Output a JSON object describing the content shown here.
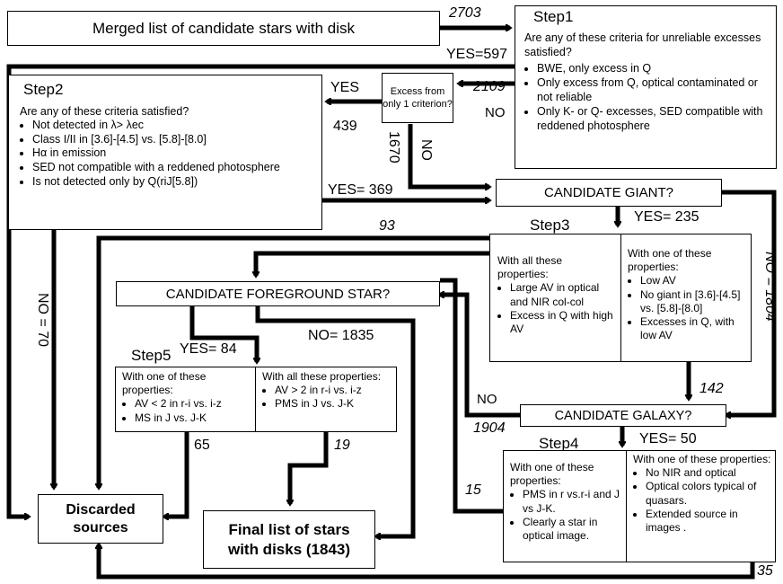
{
  "merged": {
    "label": "Merged list of candidate stars with disk"
  },
  "step1": {
    "title": "Step1",
    "question": "Are any of these criteria for unreliable excesses satisfied?",
    "items": [
      "BWE, only excess in Q",
      "Only excess from Q, optical contaminated or not reliable",
      "Only K- or Q- excesses, SED compatible with reddened photosphere"
    ]
  },
  "excess1": {
    "label": "Excess from only 1 criterion?"
  },
  "step2": {
    "title": "Step2",
    "question": "Are any  of these criteria satisfied?",
    "items": [
      "Not detected in  λ> λec",
      "Class I/II in [3.6]-[4.5] vs. [5.8]-[8.0]",
      "Hα in emission",
      "SED not compatible with a reddened photosphere",
      "Is not detected only by Q(riJ[5.8])"
    ]
  },
  "giant": {
    "label": "CANDIDATE GIANT?"
  },
  "step3": {
    "title": "Step3",
    "left_heading": "With all these properties:",
    "left_items": [
      "Large AV in optical and NIR col-col",
      "Excess in Q with high AV"
    ],
    "right_heading": "With one of these properties:",
    "right_items": [
      "Low AV",
      "No giant in [3.6]-[4.5] vs. [5.8]-[8.0]",
      "Excesses in Q, with low AV"
    ]
  },
  "foreground": {
    "label": "CANDIDATE FOREGROUND STAR?"
  },
  "step5": {
    "title": "Step5",
    "left_heading": "With one of these properties:",
    "left_items": [
      "AV < 2 in  r-i vs. i-z",
      "MS in J vs. J-K"
    ],
    "right_heading": "With all these properties:",
    "right_items": [
      "AV > 2 in  r-i vs. i-z",
      "PMS in J vs. J-K"
    ]
  },
  "galaxy": {
    "label": "CANDIDATE GALAXY?"
  },
  "step4": {
    "title": "Step4",
    "left_heading": "With one of these properties:",
    "left_items": [
      "PMS in r vs.r-i and J vs J-K.",
      "Clearly a star in optical image."
    ],
    "right_heading": "With one of these properties:",
    "right_items": [
      "No NIR and optical",
      "Optical colors typical of quasars.",
      "Extended source in images ."
    ]
  },
  "discarded": {
    "label_line1": "Discarded",
    "label_line2": "sources"
  },
  "final": {
    "label_line1": "Final list of stars",
    "label_line2": "with disks (1843)"
  },
  "flow_labels": {
    "n2703": "2703",
    "yes597": "YES=597",
    "n2109": "2109",
    "no_a": "NO",
    "yes_a": "YES",
    "n439": "439",
    "n1670": "1670",
    "no_b": "NO",
    "yes369": "YES= 369",
    "no70": "NO = 70",
    "n93": "93",
    "yes235": "YES= 235",
    "no1804": "NO = 1804",
    "yes84": "YES= 84",
    "no1835": "NO= 1835",
    "n142": "142",
    "no_c": "NO",
    "n1904": "1904",
    "yes50": "YES= 50",
    "n65": "65",
    "n19": "19",
    "n15": "15",
    "n35": "35"
  }
}
